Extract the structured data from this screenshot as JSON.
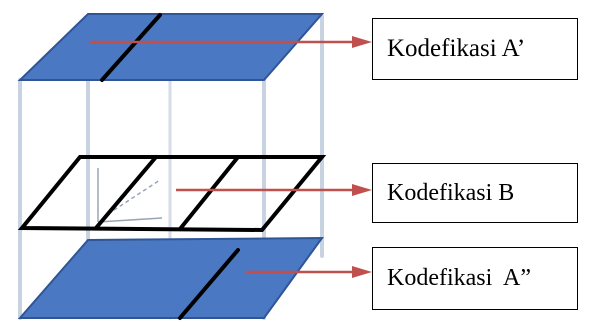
{
  "labels": {
    "a_prime": "Kodefikasi A’",
    "b": "Kodefikasi B",
    "a_double": "Kodefikasi  A”"
  },
  "colors": {
    "plane_fill": "#4a78c2",
    "plane_edge": "#2f5597",
    "frame": "#c8d3e2",
    "arrow": "#c0504d",
    "line": "#000000"
  }
}
